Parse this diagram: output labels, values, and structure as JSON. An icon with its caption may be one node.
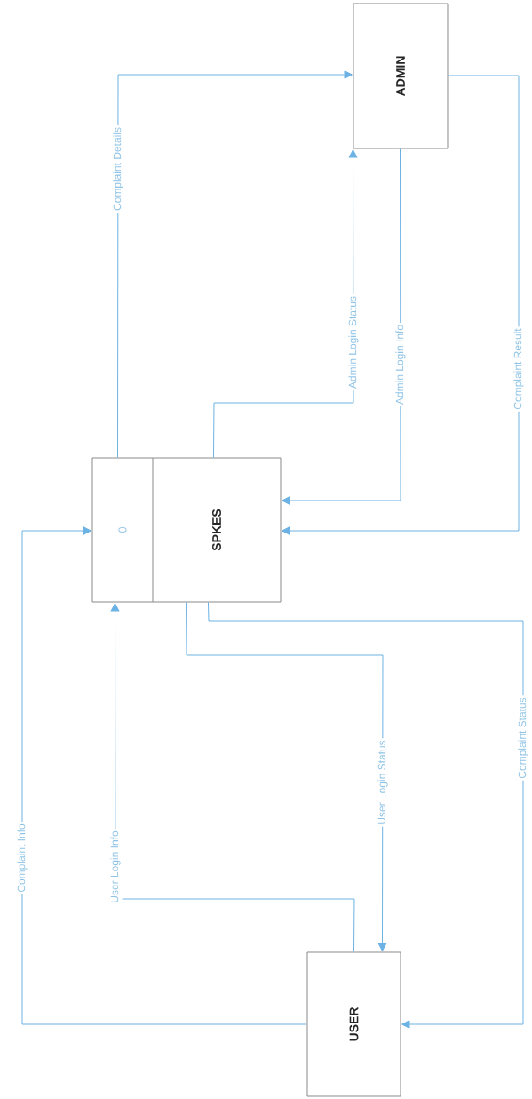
{
  "diagram": {
    "nodes": [
      {
        "text": [
          "ADMIN"
        ]
      },
      {
        "text": [
          "0",
          "SPKES"
        ]
      },
      {
        "text": [
          "USER"
        ]
      }
    ],
    "edges": [
      {
        "from": 1,
        "to": 0,
        "arrow": "to",
        "label": "Complaint Details"
      },
      {
        "from": 1,
        "to": 0,
        "arrow": "to",
        "label": "Admin Login Status"
      },
      {
        "from": 0,
        "to": 1,
        "arrow": "to",
        "label": "Admin Login Info"
      },
      {
        "from": 0,
        "to": 1,
        "arrow": "to",
        "label": "Complaint Result"
      },
      {
        "from": 2,
        "to": 1,
        "arrow": "to",
        "label": "Complaint Info"
      },
      {
        "from": 2,
        "to": 1,
        "arrow": "to",
        "label": "User Login Info"
      },
      {
        "from": 1,
        "to": 2,
        "arrow": "to",
        "label": "User Login Status"
      },
      {
        "from": 1,
        "to": 2,
        "arrow": "to",
        "label": "Complaint Status"
      }
    ]
  }
}
